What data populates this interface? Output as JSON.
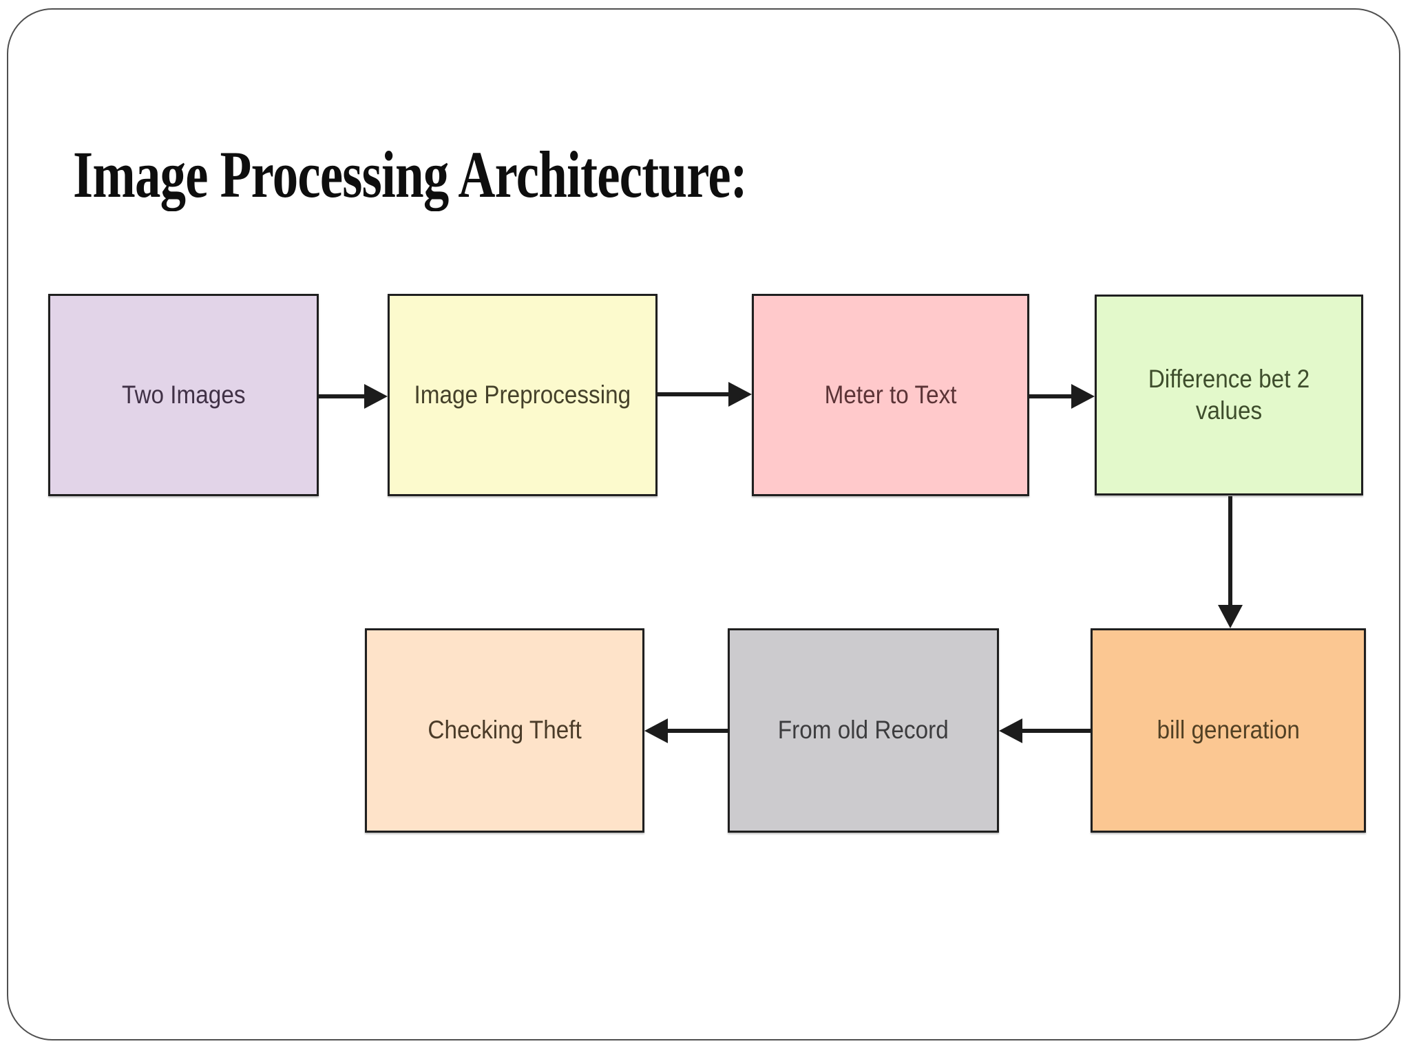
{
  "slide": {
    "title": "Image Processing Architecture:",
    "background_color": "#ffffff",
    "frame_border_color": "#4f4f4f"
  },
  "diagram": {
    "arrow_color": "#1c1c1c",
    "node_border_color": "#1f1f1f",
    "boxes": [
      {
        "id": "two-images",
        "label": "Two Images",
        "fill": "#e2d4e8",
        "text_color": "#403146"
      },
      {
        "id": "image-preprocessing",
        "label": "Image Preprocessing",
        "fill": "#fcfacd",
        "text_color": "#45412a"
      },
      {
        "id": "meter-to-text",
        "label": "Meter to Text",
        "fill": "#ffc9cb",
        "text_color": "#5b3336"
      },
      {
        "id": "difference-values",
        "label": "Difference bet 2 values",
        "fill": "#e3f9cb",
        "text_color": "#3e4d2c"
      },
      {
        "id": "bill-generation",
        "label": "bill generation",
        "fill": "#fbc792",
        "text_color": "#514024"
      },
      {
        "id": "from-old-record",
        "label": "From old Record",
        "fill": "#cccbce",
        "text_color": "#3c3c3e"
      },
      {
        "id": "checking-theft",
        "label": "Checking Theft",
        "fill": "#fee3c9",
        "text_color": "#4a3b28"
      }
    ],
    "connections": [
      {
        "from": "Two Images",
        "to": "Image Preprocessing"
      },
      {
        "from": "Image Preprocessing",
        "to": "Meter to Text"
      },
      {
        "from": "Meter to Text",
        "to": "Difference bet 2 values"
      },
      {
        "from": "Difference bet 2 values",
        "to": "bill generation"
      },
      {
        "from": "bill generation",
        "to": "From old Record"
      },
      {
        "from": "From old Record",
        "to": "Checking Theft"
      }
    ]
  }
}
